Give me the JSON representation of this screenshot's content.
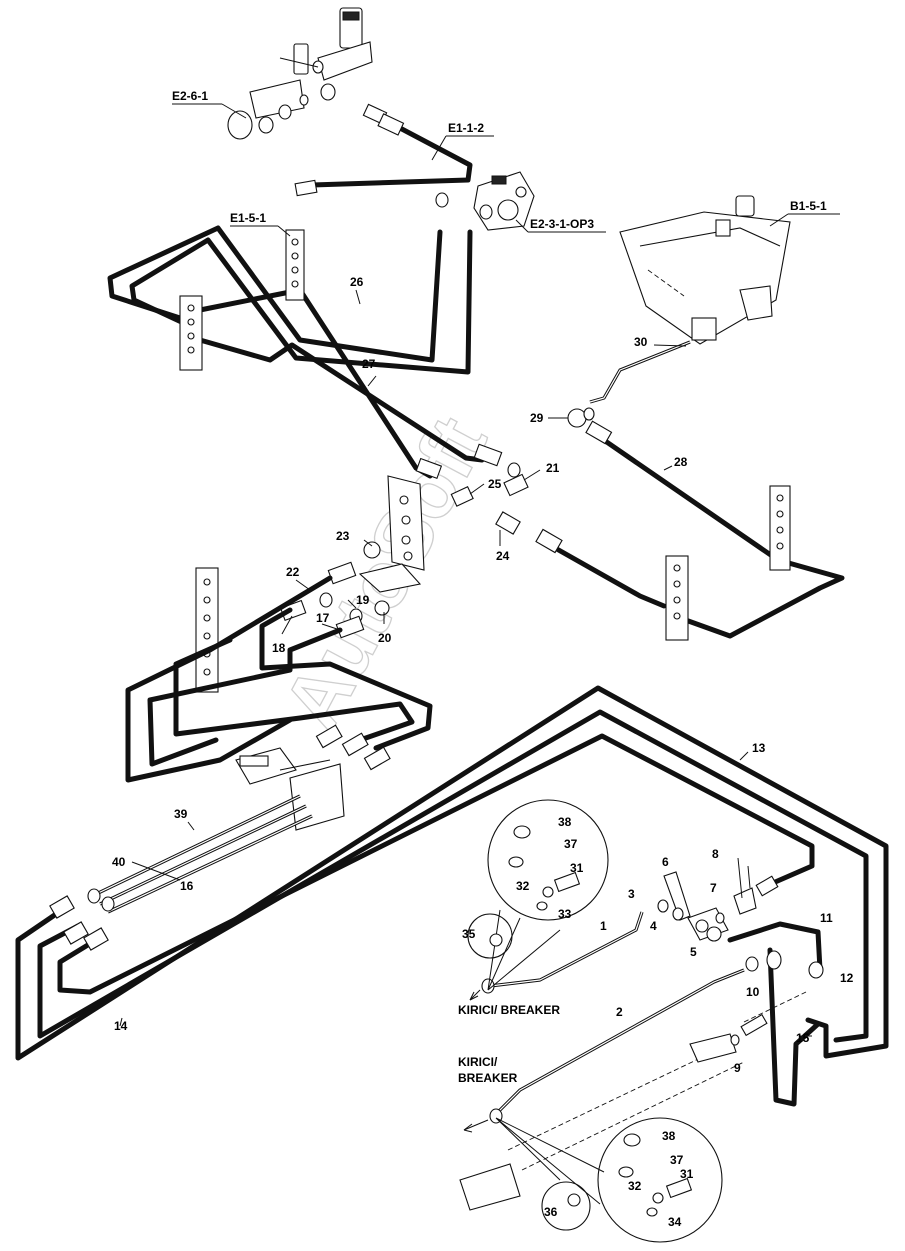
{
  "watermark": "AutoSoft",
  "references": {
    "e2_6_1": "E2-6-1",
    "e1_1_2": "E1-1-2",
    "e1_5_1": "E1-5-1",
    "e2_3_1": "E2-3-1-OP3",
    "b1_5_1": "B1-5-1"
  },
  "item_numbers": {
    "n1": "1",
    "n2": "2",
    "n3": "3",
    "n4": "4",
    "n5": "5",
    "n6": "6",
    "n7": "7",
    "n8": "8",
    "n9": "9",
    "n10": "10",
    "n11": "11",
    "n12": "12",
    "n13": "13",
    "n14": "14",
    "n15": "15",
    "n16": "16",
    "n17": "17",
    "n18": "18",
    "n19": "19",
    "n20": "20",
    "n21": "21",
    "n22": "22",
    "n23": "23",
    "n24": "24",
    "n25": "25",
    "n26": "26",
    "n27": "27",
    "n28": "28",
    "n29": "29",
    "n30": "30",
    "n31a": "31",
    "n32a": "32",
    "n33": "33",
    "n35": "35",
    "n36": "36",
    "n37a": "37",
    "n38a": "38",
    "n31b": "31",
    "n32b": "32",
    "n34": "34",
    "n37b": "37",
    "n38b": "38",
    "n39": "39",
    "n40": "40"
  },
  "notes": {
    "breaker_1": "KIRICI/ BREAKER",
    "breaker_2_line1": "KIRICI/",
    "breaker_2_line2": "BREAKER"
  }
}
